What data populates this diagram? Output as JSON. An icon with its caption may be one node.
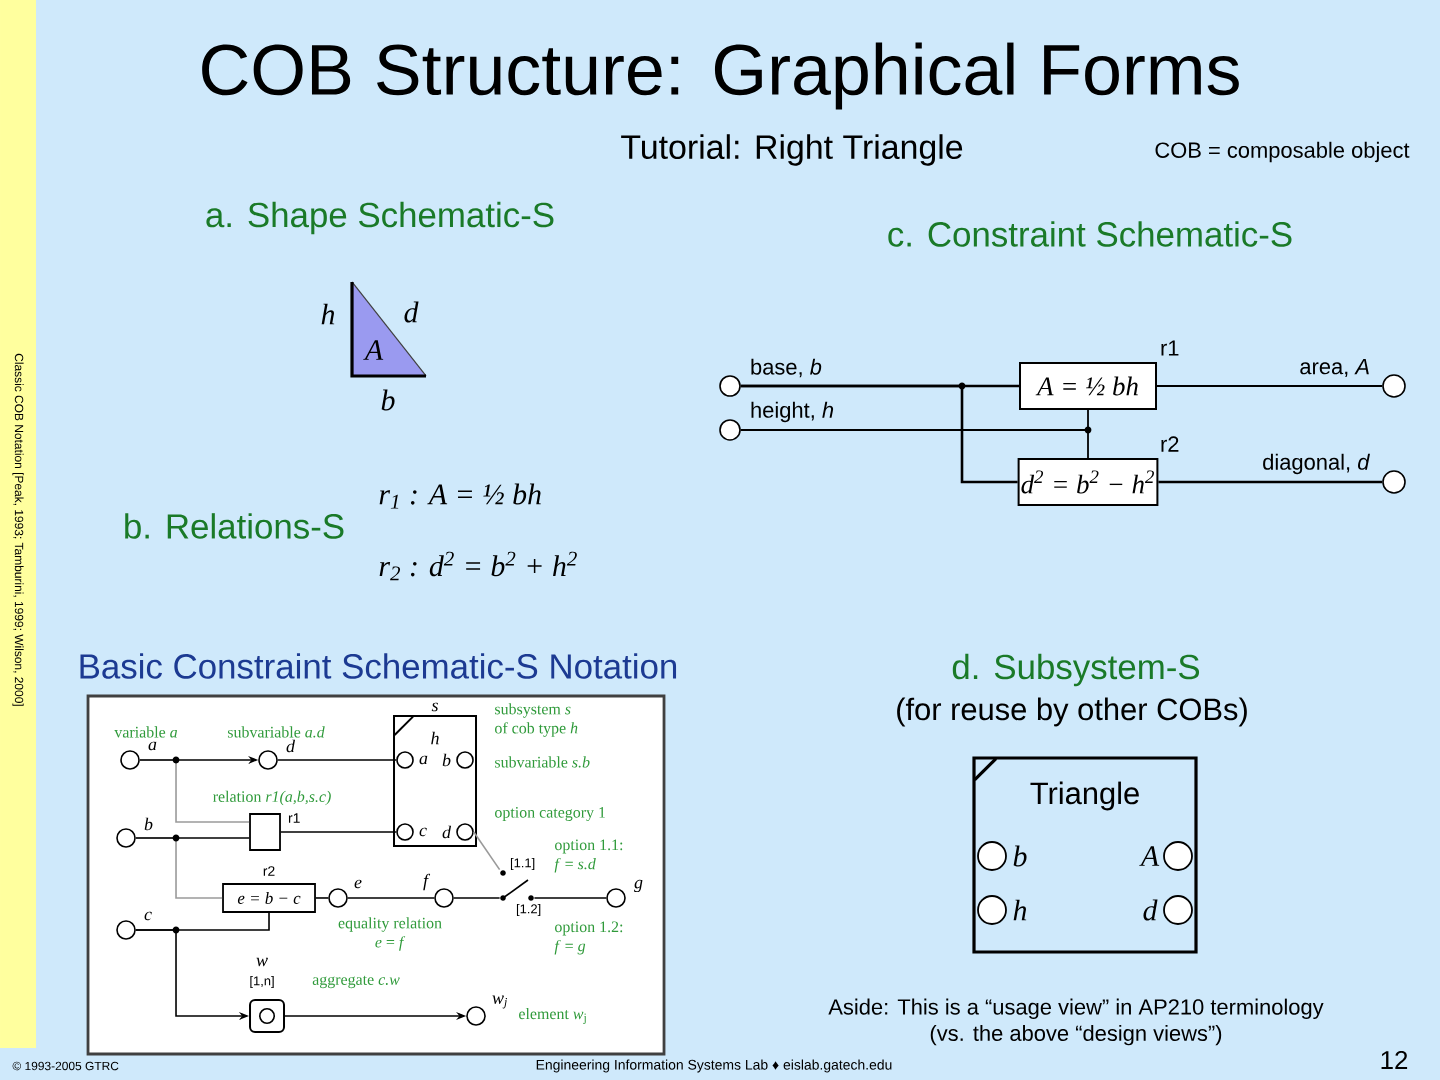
{
  "diagram": {
    "title": "COB Structure: Graphical Forms",
    "nodes": [
      {
        "text": [
          "A"
        ],
        "beside": [
          "h",
          "d",
          "b"
        ]
      },
      {
        "text": [],
        "shape": "circle",
        "beside": [
          "base, *b*"
        ]
      },
      {
        "text": [],
        "shape": "circle",
        "beside": [
          "height, *h*"
        ]
      },
      {
        "text": [
          "A = ½ bh"
        ],
        "beside": [
          "r1"
        ]
      },
      {
        "text": [
          "d$^{2}$ = b$^{2}$ − h$^{2}$"
        ],
        "beside": [
          "r2"
        ]
      },
      {
        "text": [],
        "shape": "circle",
        "beside": [
          "area, *A*"
        ]
      },
      {
        "text": [],
        "shape": "circle",
        "beside": [
          "diagonal, *d*"
        ]
      },
      {
        "text": [
          "Triangle"
        ]
      },
      {
        "text": [],
        "shape": "circle",
        "in": 7,
        "beside": [
          "b"
        ]
      },
      {
        "text": [],
        "shape": "circle",
        "in": 7,
        "beside": [
          "h"
        ]
      },
      {
        "text": [],
        "shape": "circle",
        "in": 7,
        "beside": [
          "A"
        ]
      },
      {
        "text": [],
        "shape": "circle",
        "in": 7,
        "beside": [
          "d"
        ]
      },
      {
        "text": [
          "Basic Constraint Schematic-S Notation"
        ]
      },
      {
        "text": [],
        "shape": "circle",
        "in": 12,
        "beside": [
          "a"
        ]
      },
      {
        "text": [],
        "shape": "circle",
        "in": 12,
        "beside": [
          "d"
        ]
      },
      {
        "text": [
          "s",
          "h"
        ],
        "in": 12
      },
      {
        "text": [],
        "shape": "circle",
        "in": 15,
        "beside": [
          "a"
        ]
      },
      {
        "text": [],
        "shape": "circle",
        "in": 15,
        "beside": [
          "b"
        ]
      },
      {
        "text": [],
        "shape": "circle",
        "in": 15,
        "beside": [
          "c"
        ]
      },
      {
        "text": [],
        "shape": "circle",
        "in": 15,
        "beside": [
          "d"
        ]
      },
      {
        "text": [],
        "shape": "circle",
        "in": 12,
        "beside": [
          "b"
        ]
      },
      {
        "text": [],
        "shape": "box",
        "in": 12,
        "beside": [
          "r1"
        ]
      },
      {
        "text": [],
        "shape": "circle",
        "in": 12,
        "beside": [
          "c"
        ]
      },
      {
        "text": [
          "e = b − c"
        ],
        "in": 12,
        "beside": [
          "r2"
        ]
      },
      {
        "text": [],
        "shape": "circle",
        "in": 12,
        "beside": [
          "e"
        ]
      },
      {
        "text": [],
        "shape": "circle",
        "in": 12,
        "beside": [
          "f"
        ]
      },
      {
        "text": [],
        "shape": "switch",
        "in": 12,
        "beside": [
          "[1.1]",
          "[1.2]"
        ]
      },
      {
        "text": [],
        "shape": "circle",
        "in": 12,
        "beside": [
          "g"
        ]
      },
      {
        "text": [],
        "shape": "box",
        "in": 12,
        "beside": [
          "w",
          "[1,n]"
        ]
      },
      {
        "text": [],
        "shape": "circle",
        "in": 12,
        "beside": [
          "w$_{j}$"
        ]
      }
    ],
    "edges": [
      {
        "from": 1,
        "to": 3,
        "arrow": "none"
      },
      {
        "from": 1,
        "to": 4,
        "arrow": "none"
      },
      {
        "from": 2,
        "to": 3,
        "arrow": "none"
      },
      {
        "from": 2,
        "to": 4,
        "arrow": "none"
      },
      {
        "from": 3,
        "to": 5,
        "arrow": "none"
      },
      {
        "from": 4,
        "to": 6,
        "arrow": "none"
      },
      {
        "from": 13,
        "to": 14,
        "arrow": "to"
      },
      {
        "from": 14,
        "to": 16,
        "arrow": "none"
      },
      {
        "from": 13,
        "to": 21,
        "arrow": "none",
        "color": "#9a9a9a"
      },
      {
        "from": 20,
        "to": 21,
        "arrow": "none"
      },
      {
        "from": 20,
        "to": 23,
        "arrow": "none",
        "color": "#9a9a9a"
      },
      {
        "from": 21,
        "to": 18,
        "arrow": "none"
      },
      {
        "from": 22,
        "to": 23,
        "arrow": "none"
      },
      {
        "from": 22,
        "to": 28,
        "arrow": "to"
      },
      {
        "from": 28,
        "to": 29,
        "arrow": "to"
      },
      {
        "from": 23,
        "to": 24,
        "arrow": "none"
      },
      {
        "from": 24,
        "to": 25,
        "arrow": "none"
      },
      {
        "from": 25,
        "to": 26,
        "arrow": "none"
      },
      {
        "from": 19,
        "to": 26,
        "arrow": "none",
        "color": "#9a9a9a"
      },
      {
        "from": 26,
        "to": 27,
        "arrow": "none"
      }
    ],
    "labels": [
      "Tutorial: Right Triangle",
      "COB = composable object",
      "a. Shape Schematic-S",
      "c. Constraint Schematic-S",
      "Classic COB Notation [Peak, 1993; Tamburini, 1999; Wilson, 2000]",
      "b. Relations-S",
      "r$_{1}$ : A = ½ bh",
      "r$_{2}$ : d$^{2}$ = b$^{2}$ + h$^{2}$",
      "d. Subsystem-S",
      "(for reuse by other COBs)",
      "variable *a*",
      "subvariable *a.d*",
      "subsystem *s* of cob type *h*",
      "subvariable *s.b*",
      "relation *r1(a,b,s.c)*",
      "option category 1",
      "option 1.1: *f* = *s.d*",
      "equality relation *e* = *f*",
      "option 1.2: *f* = *g*",
      "aggregate *c.w*",
      "element *w*$_{j}$",
      "Aside: This is a “usage view” in AP210 terminology (vs. the above “design views”)",
      "© 1993-2005 GTRC",
      "Engineering Information Systems Lab ♦ eislab.gatech.edu",
      "12"
    ]
  }
}
